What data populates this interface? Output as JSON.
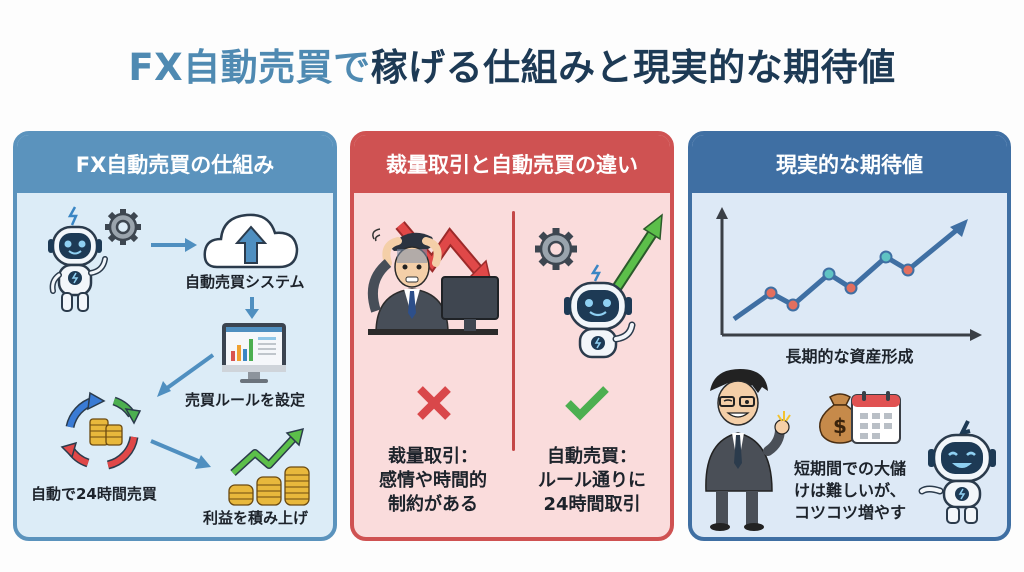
{
  "title": {
    "accent": "FX自動売買で",
    "main": "稼げる仕組みと現実的な期待値"
  },
  "colors": {
    "title_accent": "#4f8ab2",
    "title_main": "#1d3a55",
    "panel1": "#5b93bd",
    "panel2": "#cf5252",
    "panel3": "#3f6fa3",
    "up_green": "#4caf50",
    "down_red": "#e04848",
    "coin_gold": "#e8b83c"
  },
  "panels": [
    {
      "header": "FX自動売買の仕組み",
      "steps": [
        {
          "icon": "robot-icon",
          "label": ""
        },
        {
          "icon": "cloud-upload-icon",
          "label": "自動売買システム"
        },
        {
          "icon": "monitor-chart-icon",
          "label": "売買ルールを設定"
        },
        {
          "icon": "cycle-coins-icon",
          "label": "自動で24時間売買"
        },
        {
          "icon": "coins-growth-icon",
          "label": "利益を積み上げ"
        }
      ]
    },
    {
      "header": "裁量取引と自動売買の違い",
      "left": {
        "icon": "stressed-trader-icon",
        "mark": "cross-icon",
        "lines": [
          "裁量取引：",
          "感情や時間的",
          "制約がある"
        ]
      },
      "right": {
        "icon": "robot-icon",
        "mark": "check-icon",
        "lines": [
          "自動売買：",
          "ルール通りに",
          "24時間取引"
        ]
      }
    },
    {
      "header": "現実的な期待値",
      "chart_caption": "長期的な資産形成",
      "note_lines": [
        "短期間での大儲",
        "けは難しいが、",
        "コツコツ増やす"
      ]
    }
  ],
  "chart_data": {
    "type": "line",
    "title": "長期的な資産形成",
    "xlabel": "",
    "ylabel": "",
    "x": [
      0,
      1,
      2,
      3,
      4,
      5,
      6,
      7
    ],
    "values": [
      10,
      26,
      19,
      38,
      29,
      48,
      40,
      70
    ],
    "point_colors": [
      "none",
      "#e36f5f",
      "#e36f5f",
      "#5fc3c3",
      "#e36f5f",
      "#5fc3c3",
      "#e36f5f",
      "arrow"
    ],
    "grid": false,
    "axes": "arrows-only"
  }
}
